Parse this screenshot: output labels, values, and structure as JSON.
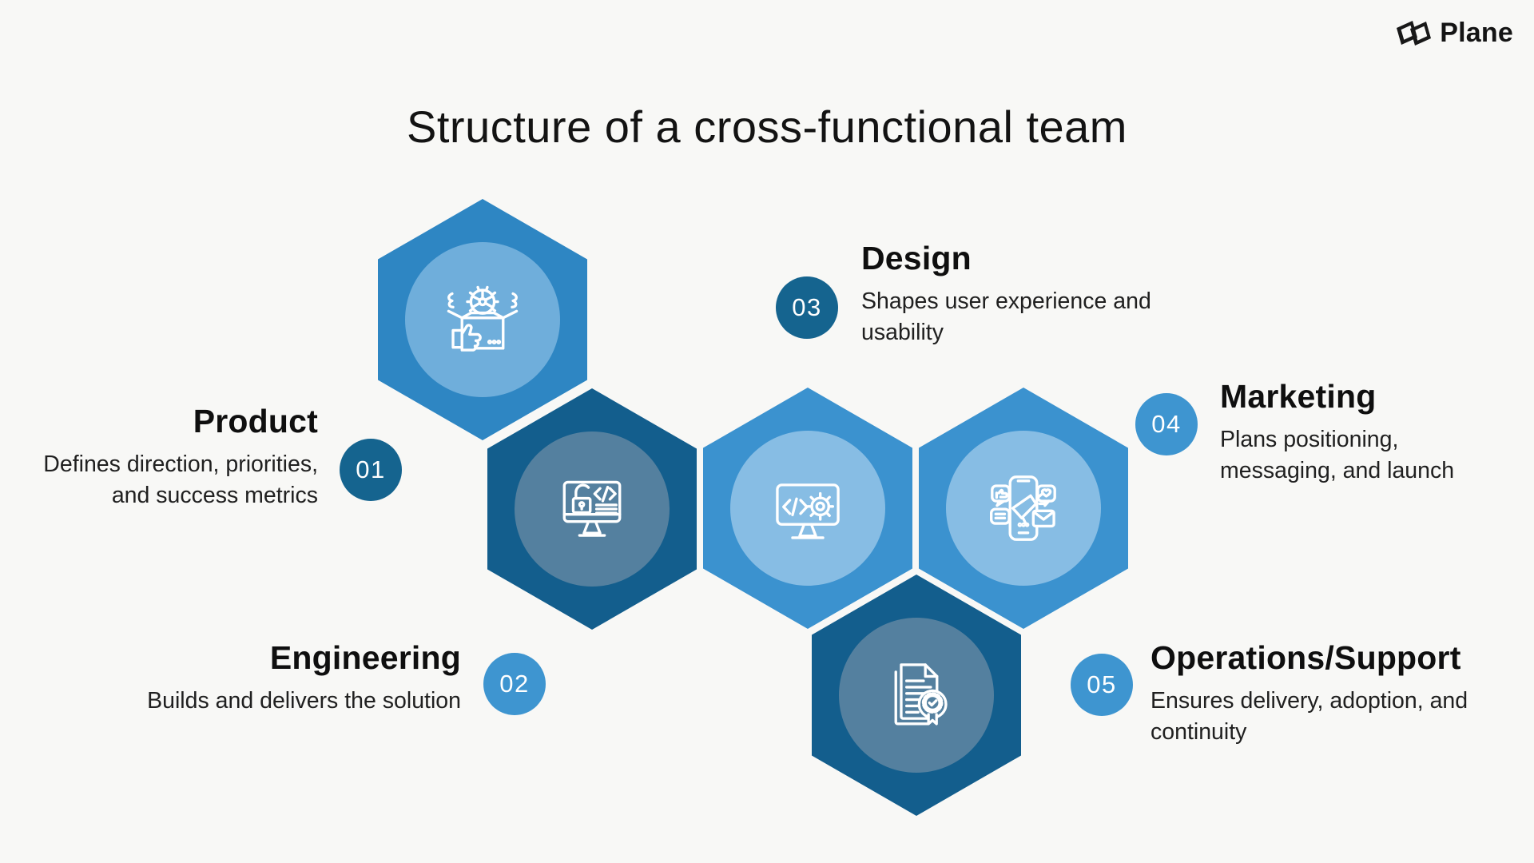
{
  "page": {
    "background": "#f8f8f6",
    "title": "Structure of a cross-functional team"
  },
  "brand": {
    "name": "Plane",
    "logo_icon": "plane-logo-icon",
    "color": "#141414"
  },
  "items": [
    {
      "number": "01",
      "title": "Product",
      "description": [
        "Defines direction, priorities,",
        "and success metrics"
      ],
      "icon": "product-box-gear-icon",
      "colors": {
        "hexagon": "#2E86C3",
        "circle": "#6FAEDB",
        "badge": "#15648F"
      }
    },
    {
      "number": "02",
      "title": "Engineering",
      "description": [
        "Builds and delivers the solution"
      ],
      "icon": "secure-code-monitor-icon",
      "colors": {
        "hexagon": "#135E8D",
        "circle": "#54809F",
        "badge": "#3E95D0"
      }
    },
    {
      "number": "03",
      "title": "Design",
      "description": [
        "Shapes user experience and",
        "usability"
      ],
      "icon": "code-gear-monitor-icon",
      "colors": {
        "hexagon": "#3B92CF",
        "circle": "#87BDE4",
        "badge": "#15648F"
      }
    },
    {
      "number": "04",
      "title": "Marketing",
      "description": [
        "Plans positioning,",
        "messaging, and launch"
      ],
      "icon": "phone-marketing-megaphone-icon",
      "colors": {
        "hexagon": "#3B92CF",
        "circle": "#87BDE4",
        "badge": "#3E95D0"
      }
    },
    {
      "number": "05",
      "title": "Operations/Support",
      "description": [
        "Ensures delivery, adoption, and",
        "continuity"
      ],
      "icon": "certified-document-icon",
      "colors": {
        "hexagon": "#135E8D",
        "circle": "#54809F",
        "badge": "#3E95D0"
      }
    }
  ]
}
